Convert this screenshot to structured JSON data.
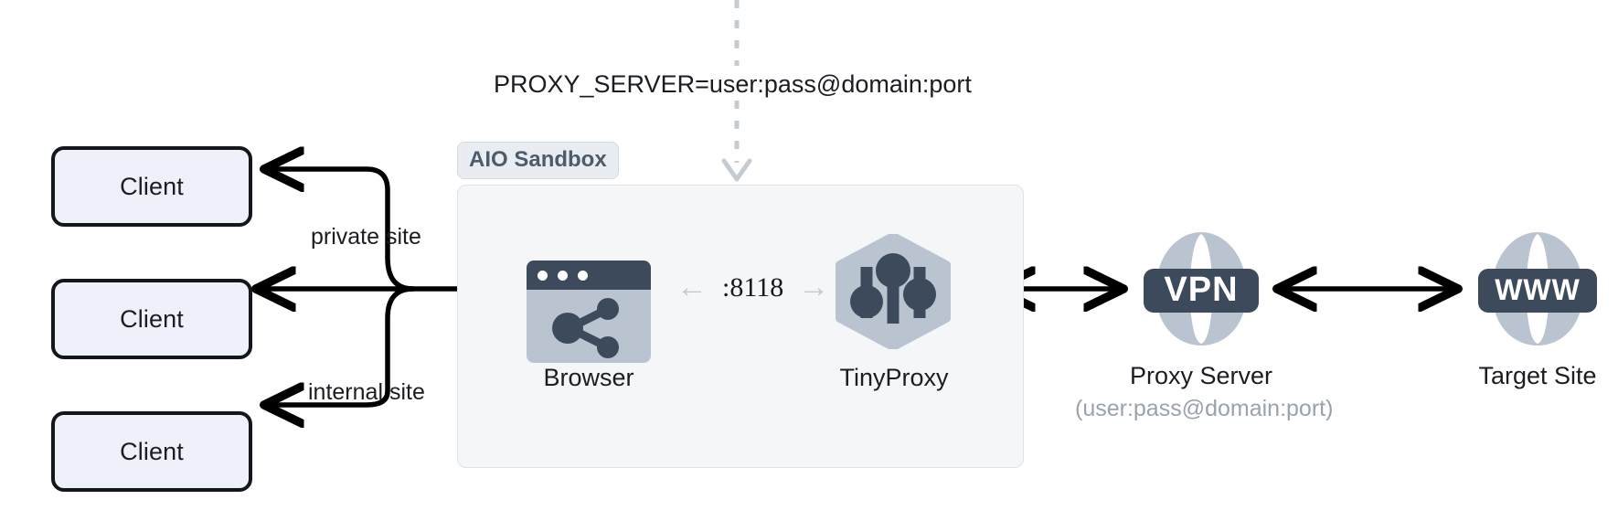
{
  "diagram": {
    "title_env_var": "PROXY_SERVER=user:pass@domain:port",
    "sandbox_badge": "AIO Sandbox",
    "clients": [
      {
        "label": "Client"
      },
      {
        "label": "Client"
      },
      {
        "label": "Client"
      }
    ],
    "edge_labels": {
      "top": "private site",
      "bottom": "internal site"
    },
    "nodes": {
      "browser": {
        "caption": "Browser",
        "icon": "browser-window-share-icon"
      },
      "tinyproxy": {
        "caption": "TinyProxy",
        "icon": "hexagon-sliders-icon"
      },
      "proxy_server": {
        "caption": "Proxy Server",
        "subcaption": "(user:pass@domain:port)",
        "badge_text": "VPN",
        "icon": "globe-vpn-icon"
      },
      "target_site": {
        "caption": "Target Site",
        "badge_text": "WWW",
        "icon": "globe-www-icon"
      }
    },
    "port_link": {
      "label": ":8118",
      "left_arrow": "←",
      "right_arrow": "→"
    },
    "colors": {
      "client_fill": "#eef1fa",
      "client_border": "#13161a",
      "sandbox_fill": "#f4f6f8",
      "sandbox_border": "#dfe3e8",
      "icon_dark": "#3c4a5c",
      "icon_light": "#b9c4d0",
      "muted_text": "#9aa2ad",
      "badge_text": "#4d5b6b"
    }
  }
}
